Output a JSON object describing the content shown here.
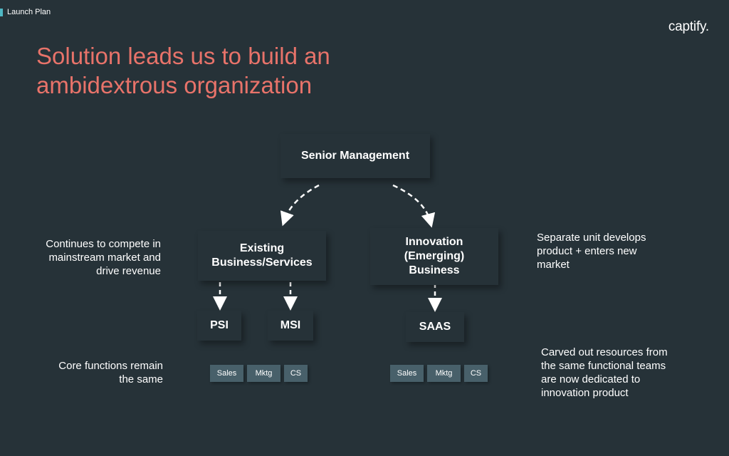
{
  "header": {
    "section_tag": "Launch Plan",
    "logo_text": "captify."
  },
  "title": "Solution leads us to build an ambidextrous organization",
  "diagram": {
    "root": "Senior Management",
    "existing": "Existing Business/Services",
    "innovation": "Innovation (Emerging) Business",
    "units": {
      "psi": "PSI",
      "msi": "MSI",
      "saas": "SAAS"
    },
    "functions_left": [
      "Sales",
      "Mktg",
      "CS"
    ],
    "functions_right": [
      "Sales",
      "Mktg",
      "CS"
    ]
  },
  "notes": {
    "existing": "Continues to compete in mainstream market and drive revenue",
    "innovation": "Separate unit develops product + enters new market",
    "core": "Core functions remain the same",
    "carved": "Carved out resources from the same functional teams are now dedicated to innovation product"
  },
  "colors": {
    "background": "#263238",
    "accent": "#e8736a",
    "chip": "#48606a",
    "tag": "#4fb8c4"
  }
}
